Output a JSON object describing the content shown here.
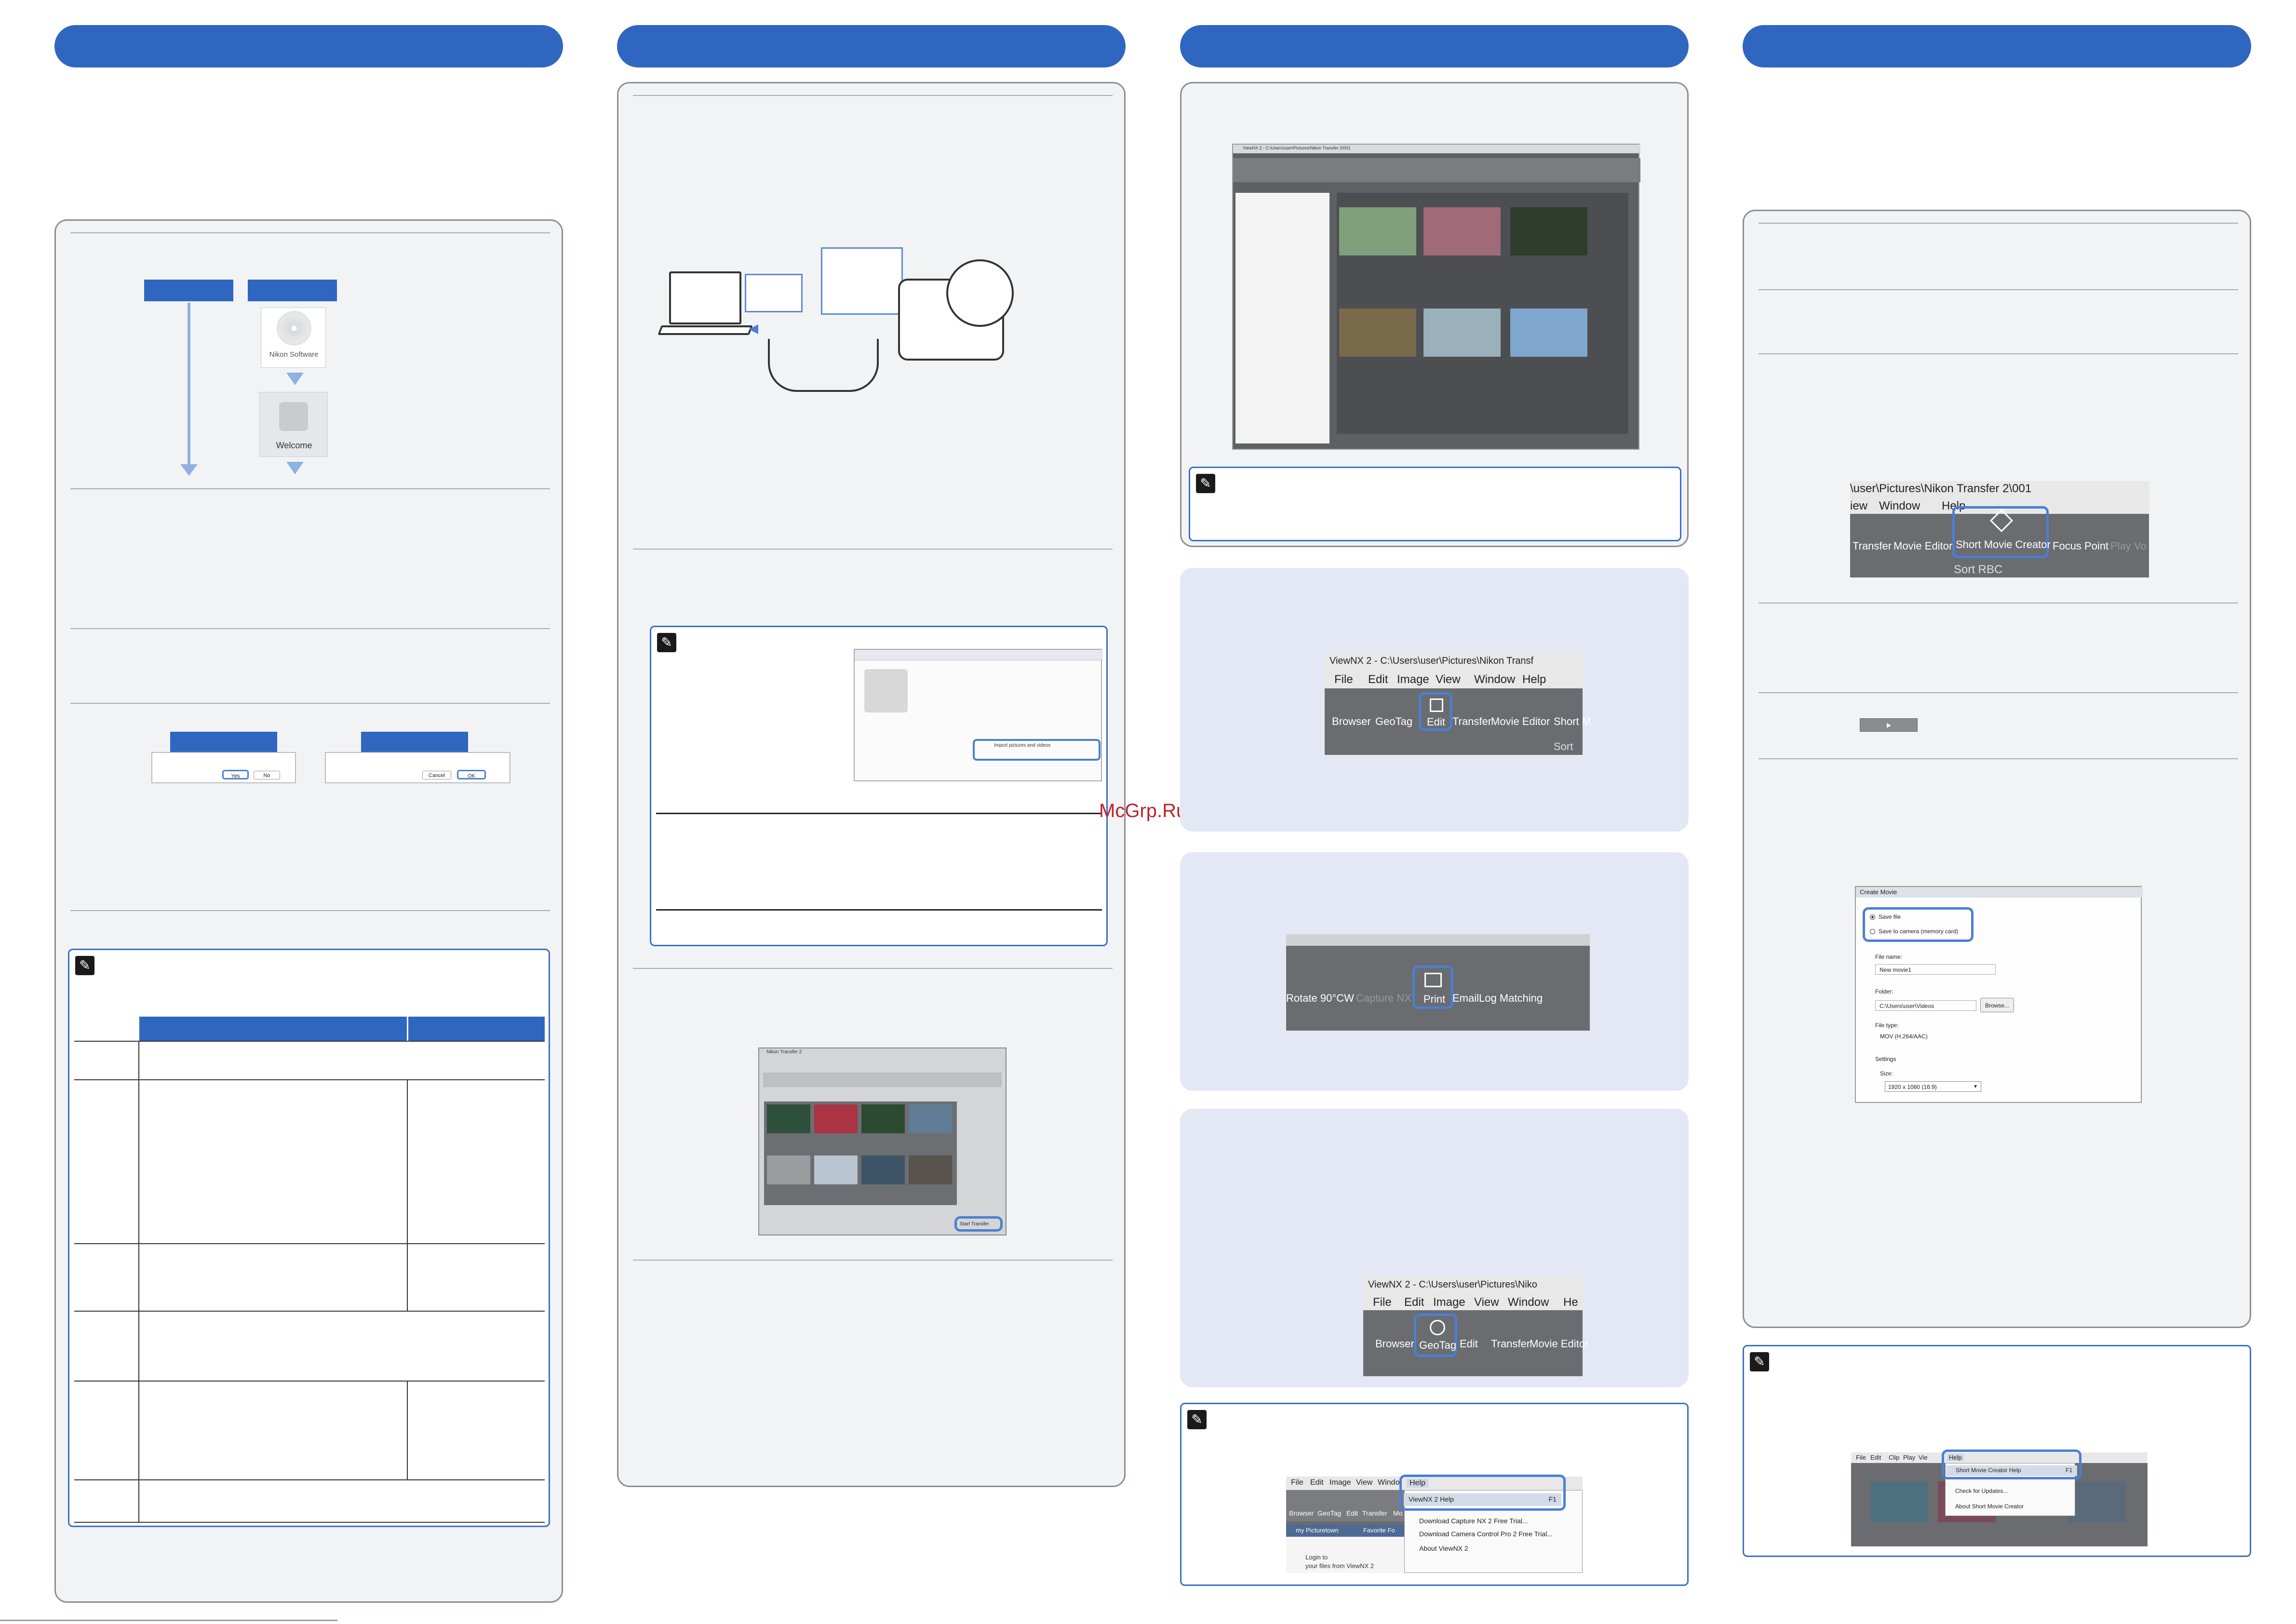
{
  "watermark": "McGrp.Ru",
  "colors": {
    "accent": "#2f66c0",
    "panel": "#f2f3f5",
    "panel_blue": "#e3e8f4"
  },
  "col1": {
    "software_cd_label": "Nikon Software",
    "welcome_label": "Welcome",
    "dialog_a": {
      "btn1": "Yes",
      "btn2": "No"
    },
    "dialog_b": {
      "btn1": "Cancel",
      "btn2": "OK"
    }
  },
  "col2": {
    "autoplay": {
      "caption": "Import pictures and videos"
    },
    "transfer_window": {
      "title": "Nikon Transfer 2",
      "start_button": "Start Transfer"
    }
  },
  "col3": {
    "viewnx_main": {
      "title": "ViewNX 2 - C:\\Users\\user\\Pictures\\Nikon Transfer 2\\001"
    },
    "toolbar_edit": {
      "title": "ViewNX 2 - C:\\Users\\user\\Pictures\\Nikon Transf",
      "menu": [
        "File",
        "Edit",
        "Image",
        "View",
        "Window",
        "Help"
      ],
      "tools": [
        "Browser",
        "GeoTag",
        "Edit",
        "Transfer",
        "Movie Editor",
        "Short M"
      ],
      "sort": "Sort"
    },
    "toolbar_print": {
      "tools": [
        "Rotate 90°CW",
        "Capture NX",
        "Print",
        "Email",
        "Log Matching"
      ]
    },
    "toolbar_geotag": {
      "title": "ViewNX 2 - C:\\Users\\user\\Pictures\\Niko",
      "menu": [
        "File",
        "Edit",
        "Image",
        "View",
        "Window",
        "He"
      ],
      "tools": [
        "Browser",
        "GeoTag",
        "Edit",
        "Transfer",
        "Movie Editor"
      ]
    },
    "help_menu": {
      "menubar": [
        "File",
        "Edit",
        "Image",
        "View",
        "Windo"
      ],
      "open": "Help",
      "items": [
        {
          "label": "ViewNX 2 Help",
          "shortcut": "F1"
        },
        {
          "label": "Download Capture NX 2 Free Trial...",
          "shortcut": ""
        },
        {
          "label": "Download Camera Control Pro 2 Free Trial...",
          "shortcut": ""
        },
        {
          "label": "About ViewNX 2",
          "shortcut": ""
        }
      ],
      "tools": [
        "Browser",
        "GeoTag",
        "Edit",
        "Transfer",
        "Mo"
      ],
      "tab": "my Picturetown",
      "tab2": "Favorite Fo",
      "login_text": "Login to",
      "login_text2": "your files from ViewNX 2"
    }
  },
  "col4": {
    "smc_toolbar": {
      "path": "\\user\\Pictures\\Nikon Transfer 2\\001",
      "menu": [
        "iew",
        "Window",
        "Help"
      ],
      "tools": [
        "Transfer",
        "Movie Editor",
        "Short Movie Creator",
        "Focus Point",
        "Play Vo"
      ],
      "sort": "Sort RBC"
    },
    "create_movie": {
      "title": "Create Movie",
      "opt1": "Save file",
      "opt2": "Save to camera (memory card)",
      "file_name_label": "File name:",
      "file_name": "New movie1",
      "folder_label": "Folder:",
      "folder": "C:\\Users\\user\\Videos",
      "browse": "Browse...",
      "file_type_label": "File type:",
      "file_type": "MOV (H.264/AAC)",
      "settings_label": "Settings",
      "size_label": "Size:",
      "size": "1920 x 1080 (16:9)"
    },
    "smc_help": {
      "menubar": [
        "File",
        "Edit",
        "Clip",
        "Play",
        "Vie"
      ],
      "open": "Help",
      "items": [
        {
          "label": "Short Movie Creator Help",
          "shortcut": "F1"
        },
        {
          "label": "Check for Updates...",
          "shortcut": ""
        },
        {
          "label": "About Short Movie Creator",
          "shortcut": ""
        }
      ]
    }
  }
}
